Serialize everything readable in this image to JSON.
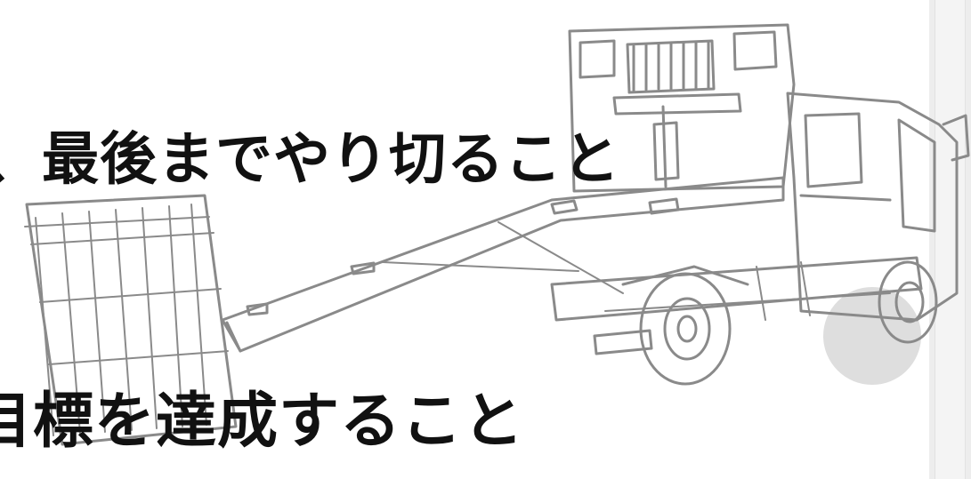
{
  "slide": {
    "line1": "、最後までやり切ること",
    "line2": "目標を達成すること"
  },
  "illustration": {
    "subject": "flatbed-tow-truck",
    "style": "gray sketch",
    "stroke_color": "#8a8a8a"
  },
  "colors": {
    "text": "#111111",
    "background": "#ffffff",
    "side_strip": "#ededed",
    "circle": "#dedede"
  }
}
